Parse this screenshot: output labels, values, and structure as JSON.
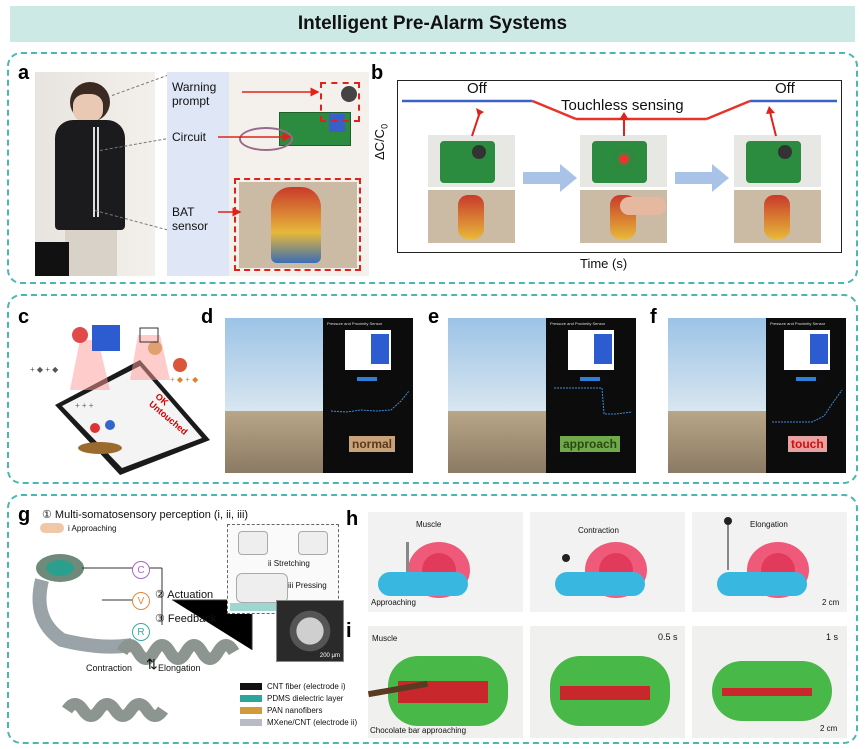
{
  "title": "Intelligent Pre-Alarm Systems",
  "panels": {
    "a": {
      "label": "a",
      "warning": "Warning\nprompt",
      "circuit": "Circuit",
      "sensor": "BAT\nsensor"
    },
    "b": {
      "label": "b",
      "off1": "Off",
      "touchless": "Touchless sensing",
      "off2": "Off",
      "ylabel": "ΔC/C",
      "ylabel_sub": "0",
      "xlabel": "Time (s)"
    },
    "c": {
      "label": "c",
      "ok_text": "OK\nUntouched"
    },
    "d": {
      "label": "d",
      "screen_title": "Pressure and Proximity Sensor",
      "status": "normal"
    },
    "e": {
      "label": "e",
      "screen_title": "Pressure and Proximity Sensor",
      "status": "approach"
    },
    "f": {
      "label": "f",
      "screen_title": "Pressure and Proximity Sensor",
      "status": "touch"
    },
    "g": {
      "label": "g",
      "perception": "① Multi-somatosensory perception (i, ii, iii)",
      "approaching": "i Approaching",
      "stretching": "ii Stretching",
      "pressing": "iii Pressing",
      "actuation": "② Actuation",
      "feedback": "③ Feedback",
      "c_node": "C",
      "v_node": "V",
      "r_node": "R",
      "contraction": "Contraction",
      "elongation": "Elongation",
      "sem_scale": "200 μm",
      "legend": [
        {
          "label": "CNT fiber (electrode i)",
          "color": "#111111"
        },
        {
          "label": "PDMS dielectric layer",
          "color": "#2aa79a"
        },
        {
          "label": "PAN nanofibers",
          "color": "#d49a3a"
        },
        {
          "label": "MXene/CNT (electrode ii)",
          "color": "#b8bcc2"
        }
      ]
    },
    "h": {
      "label": "h",
      "muscle": "Muscle",
      "contraction": "Contraction",
      "elongation": "Elongation",
      "approaching": "Approaching",
      "scale": "2 cm"
    },
    "i": {
      "label": "i",
      "muscle": "Muscle",
      "t1": "0.5 s",
      "t2": "1 s",
      "chocolate": "Chocolate bar approaching",
      "scale": "2 cm"
    }
  },
  "chart_data": {
    "type": "line",
    "xlabel": "Time (s)",
    "ylabel": "ΔC/C0",
    "annotations": [
      "Off",
      "Touchless sensing",
      "Off"
    ],
    "series": [
      {
        "values": [
          1.0,
          1.0,
          1.0,
          1.0,
          0.0,
          0.0,
          0.0,
          0.0,
          1.0,
          1.0,
          1.0
        ]
      }
    ]
  }
}
